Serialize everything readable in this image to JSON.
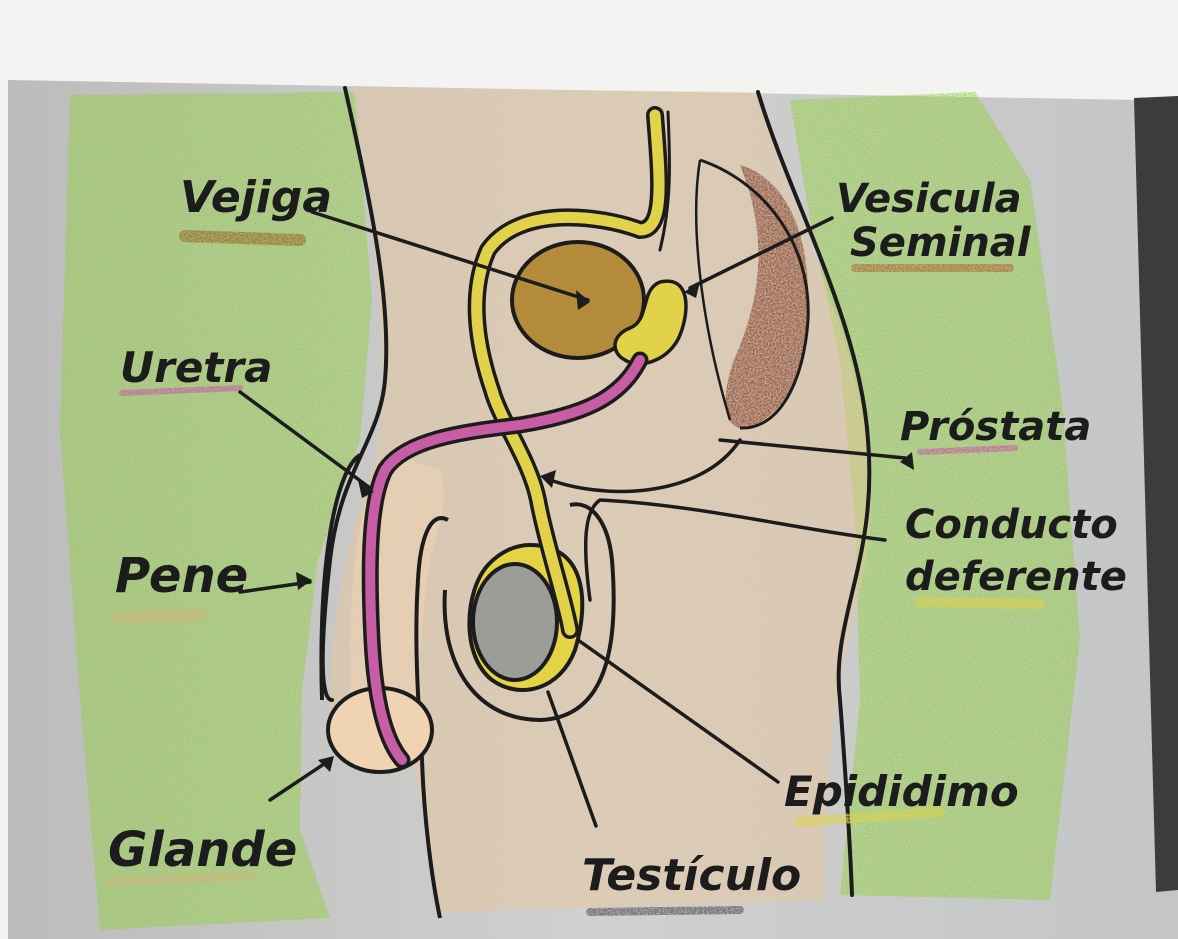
{
  "diagram": {
    "labels": {
      "vejiga": "Vejiga",
      "vesicula": "Vesicula",
      "seminal": "Seminal",
      "uretra": "Uretra",
      "prostata": "Próstata",
      "pene": "Pene",
      "conducto": "Conducto",
      "deferente": "deferente",
      "glande": "Glande",
      "epididimo": "Epididimo",
      "testiculo": "Testículo"
    },
    "colors": {
      "paper": "#f2f2f0",
      "grey_print": "#c9c9c9",
      "dark_edge": "#3a3d3c",
      "green_crayon": "#8fcf3c",
      "skin_crayon": "#e7c69a",
      "bladder": "#b08a3c",
      "yellow_duct": "#e2d24a",
      "urethra_pink": "#c45ca0",
      "rectum_brown": "#8a4a32",
      "testis_grey": "#9a9a96",
      "ink": "#1c1c1c"
    }
  }
}
